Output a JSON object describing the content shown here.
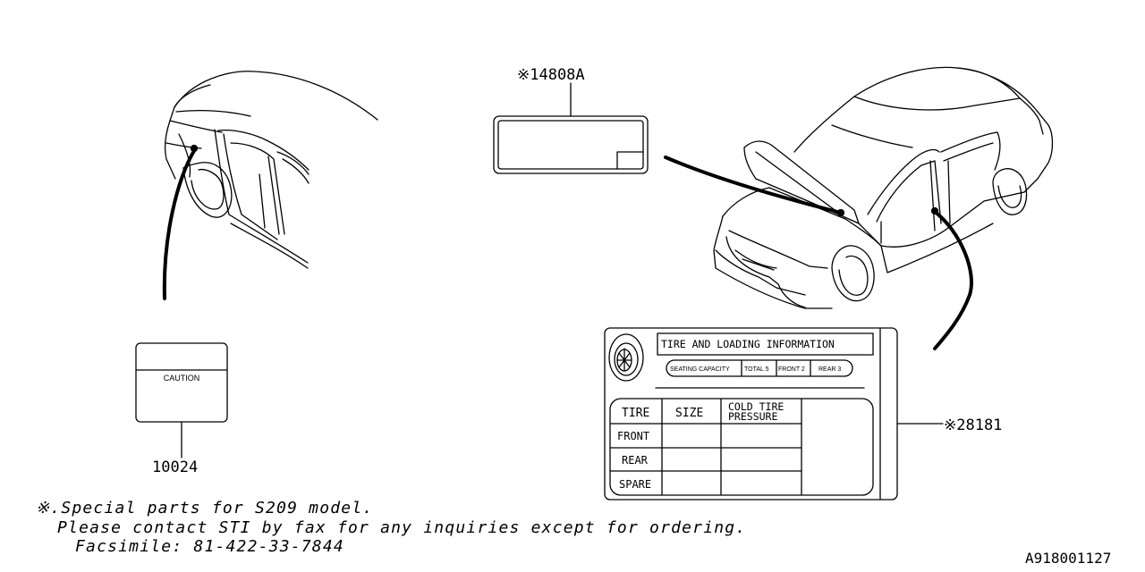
{
  "callouts": {
    "part_14808a": "※14808A",
    "part_28181": "※28181",
    "part_10024": "10024"
  },
  "caution_label": "CAUTION",
  "tire_label": {
    "title": "TIRE AND LOADING INFORMATION",
    "seating_capacity": "SEATING CAPACITY",
    "total": "TOTAL 5",
    "front": "FRONT 2",
    "rear": "REAR 3",
    "col_tire": "TIRE",
    "col_size": "SIZE",
    "col_cold_1": "COLD TIRE",
    "col_cold_2": "PRESSURE",
    "row_front": "FRONT",
    "row_rear": "REAR",
    "row_spare": "SPARE"
  },
  "notes": {
    "line1": "※.Special parts for S209 model.",
    "line2": "Please contact STI by fax for any inquiries except for ordering.",
    "line3": "Facsimile: 81-422-33-7844"
  },
  "diagram_id": "A918001127"
}
